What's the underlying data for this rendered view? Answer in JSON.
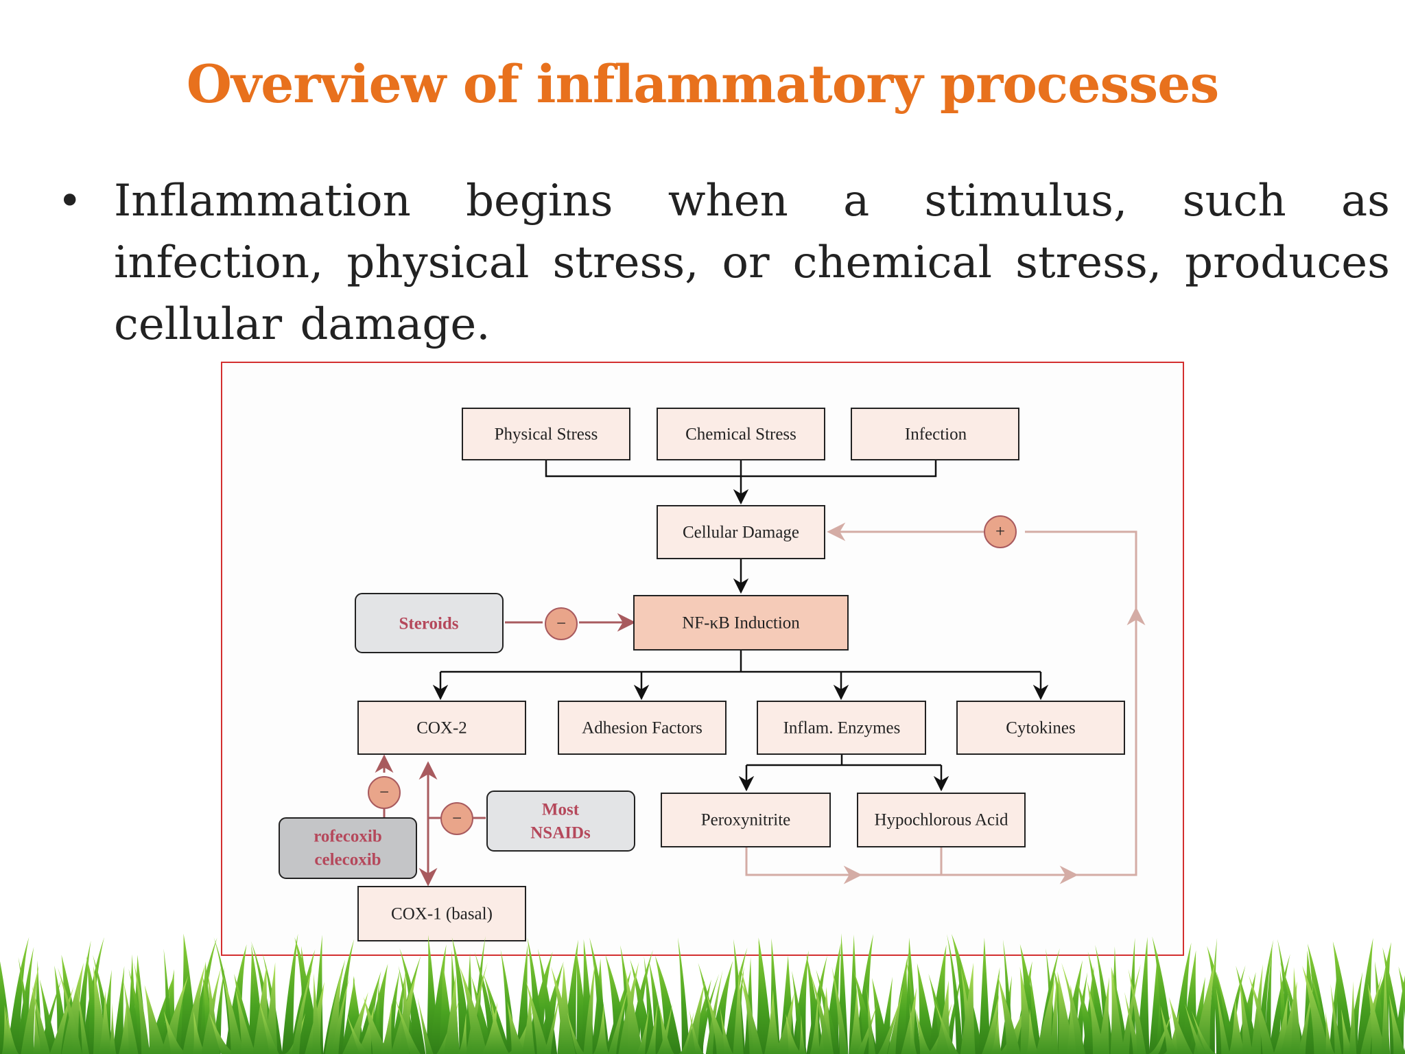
{
  "slide": {
    "title": "Overview of inflammatory processes",
    "bullet": "Inflammation begins when a stimulus, such as infection, physical stress,  or chemical stress,  produces cellular damage."
  },
  "diagram": {
    "nodes": {
      "physical_stress": "Physical Stress",
      "chemical_stress": "Chemical Stress",
      "infection": "Infection",
      "cellular_damage": "Cellular Damage",
      "nfkb": "NF-κB Induction",
      "steroids": "Steroids",
      "cox2": "COX-2",
      "adhesion": "Adhesion Factors",
      "enzymes": "Inflam. Enzymes",
      "cytokines": "Cytokines",
      "peroxynitrite": "Peroxynitrite",
      "hypochlorous": "Hypochlorous Acid",
      "nsaids_1": "Most",
      "nsaids_2": "NSAIDs",
      "coxib_1": "rofecoxib",
      "coxib_2": "celecoxib",
      "cox1": "COX-1 (basal)"
    },
    "signs": {
      "plus": "+",
      "minus": "−"
    }
  },
  "colors": {
    "title": "#e8711d",
    "box_fill": "#fbece6",
    "nfkb_fill": "#f5cbb8",
    "inhibitor_fill": "#e3e4e6",
    "coxib_fill": "#c4c5c7",
    "inhibit_arrow": "#a85a5e",
    "feedback_arrow": "#d4aca5",
    "sign_circle": "#e9a58a"
  }
}
